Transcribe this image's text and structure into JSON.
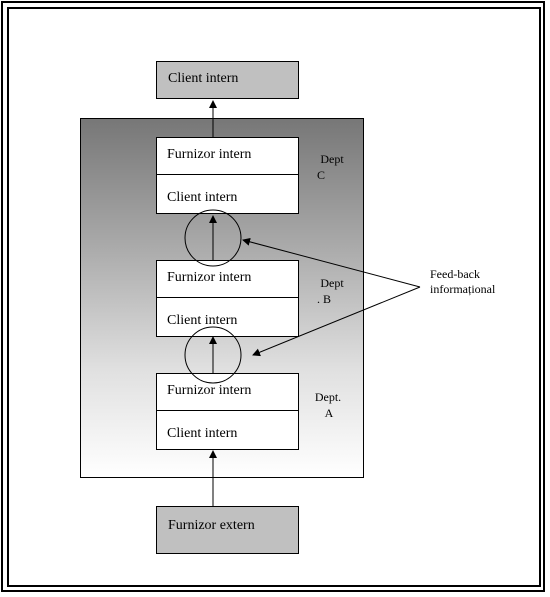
{
  "client_top": "Client intern",
  "dept_c": {
    "top": "Furnizor intern",
    "bottom": "Client intern",
    "label_1": "Dept",
    "label_2": "C"
  },
  "dept_b": {
    "top": "Furnizor intern",
    "bottom": "Client intern",
    "label_1": "Dept",
    "label_2": ". B"
  },
  "dept_a": {
    "top": "Furnizor intern",
    "bottom": "Client intern",
    "label_1": "Dept.",
    "label_2": "A"
  },
  "feedback": {
    "line1": "Feed-back",
    "line2": "informațional"
  },
  "supplier_external": "Furnizor extern"
}
